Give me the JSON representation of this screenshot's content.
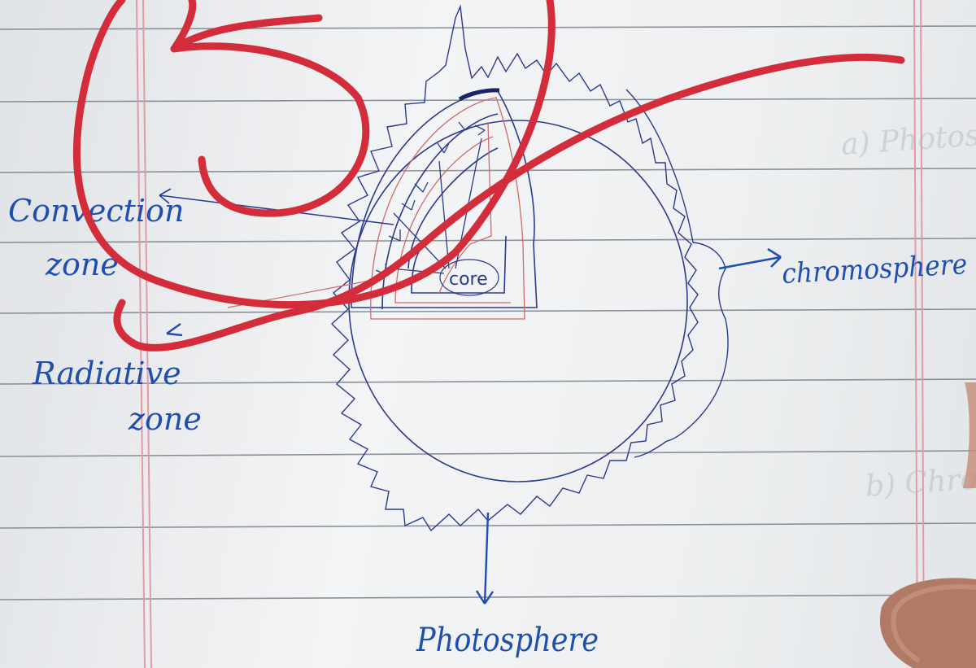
{
  "labels": {
    "convection": [
      "Convection",
      "zone"
    ],
    "radiative": [
      "Radiative",
      "zone"
    ],
    "chromosphere": "chromosphere",
    "photosphere": "Photosphere",
    "core": "core"
  },
  "bleed_through": {
    "photosphere_heading": "a) Photosphere",
    "chromosphere_heading": "b) Chromosphere"
  },
  "colors": {
    "ink_blue": "#2a3b8f",
    "label_blue": "#1f4fae",
    "ink_red": "#d32c3b",
    "pencil_red": "#cf6a6a",
    "paper_line": "#6b717b",
    "margin_line": "#e39aa6"
  }
}
